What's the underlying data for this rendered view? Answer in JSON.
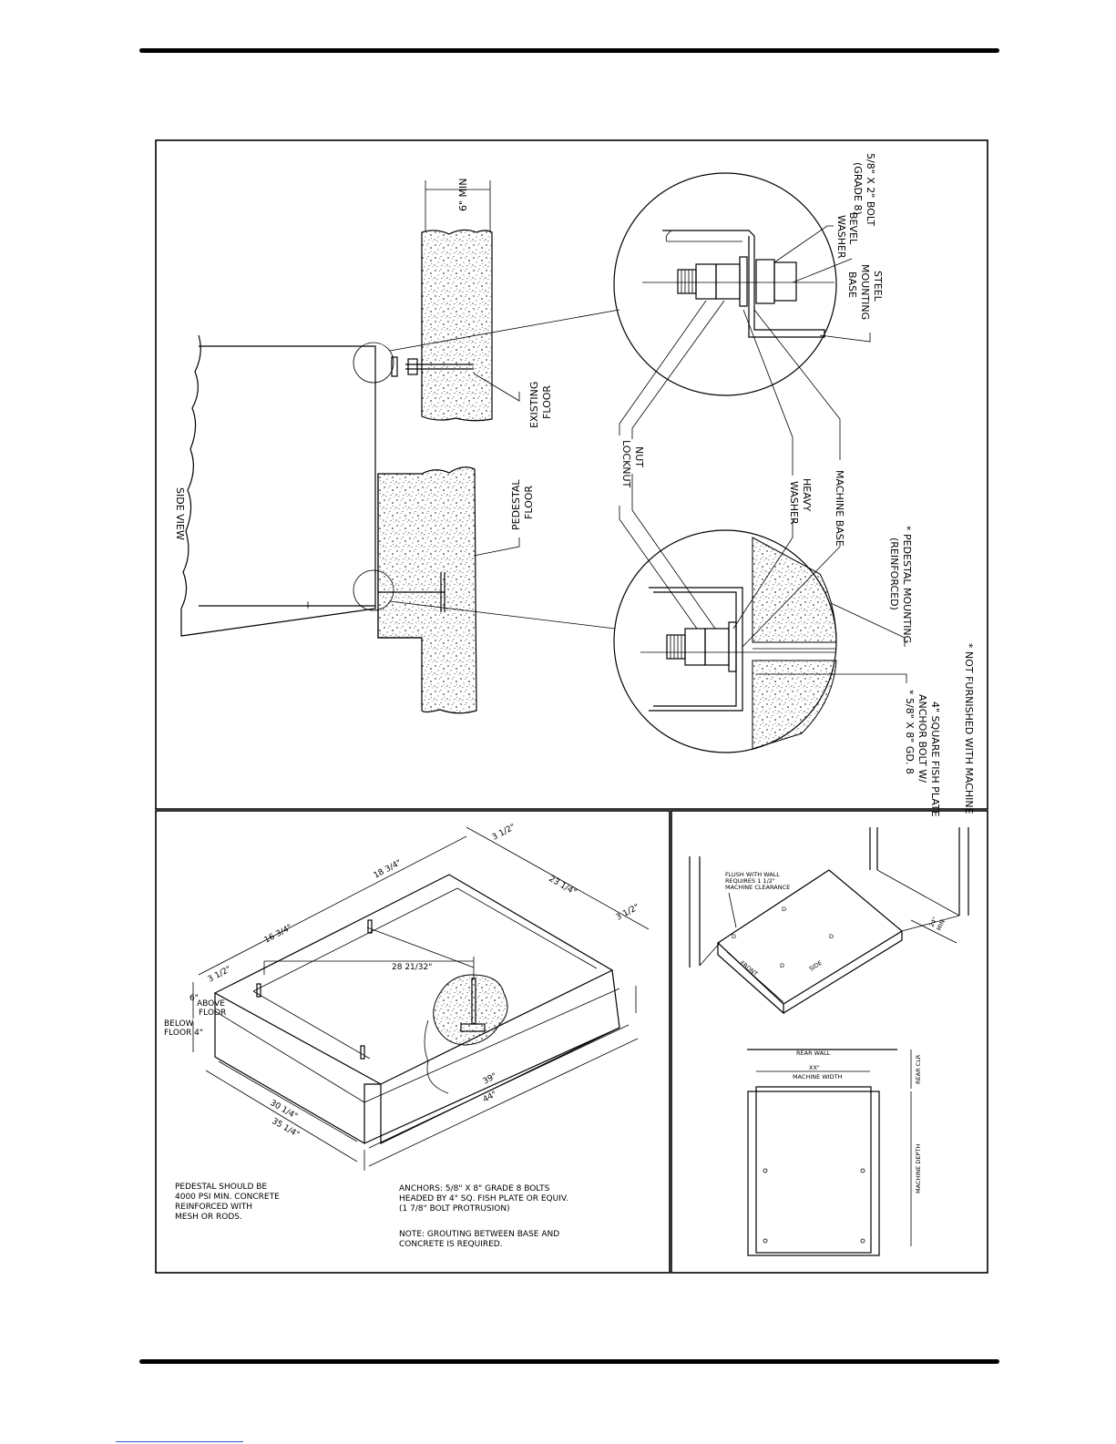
{
  "side_view": {
    "title": "SIDE VIEW",
    "labels": {
      "min_depth": "6\" MIN",
      "existing_floor": [
        "EXISTING",
        "FLOOR"
      ],
      "pedestal_floor": [
        "PEDESTAL",
        "FLOOR"
      ],
      "bevel_washer": [
        "BEVEL",
        "WASHER"
      ],
      "bolt": [
        "5/8\" X 2\" BOLT",
        "(GRADE 8)"
      ],
      "steel_mounting_base": [
        "STEEL",
        "MOUNTING",
        "BASE"
      ],
      "locknut": "LOCKNUT",
      "nut": "NUT",
      "heavy_washer": [
        "HEAVY",
        "WASHER"
      ],
      "machine_base": "MACHINE BASE",
      "pedestal_mounting": [
        "* PEDESTAL MOUNTING",
        "(REINFORCED)"
      ],
      "anchor_bolt": [
        "* 5/8\" X 8\" GD. 8",
        "ANCHOR BOLT W/",
        "4\" SQUARE FISH PLATE"
      ],
      "not_furnished": "* NOT FURNISHED WITH MACHINE"
    }
  },
  "pedestal_iso": {
    "dims": {
      "d_18_34": "18 3/4\"",
      "d_3_12_top": "3 1/2\"",
      "d_23_14": "23 1/4\"",
      "d_3_12_right": "3 1/2\"",
      "d_16_34": "16 3/4\"",
      "d_28_2132": "28 21/32\"",
      "d_3_12_left": "3 1/2\"",
      "above_floor": [
        "6\"",
        "ABOVE",
        "FLOOR"
      ],
      "below_floor": [
        "BELOW",
        "FLOOR 4\""
      ],
      "d_30_14": "30 1/4\"",
      "d_35_14": "35 1/4\"",
      "d_39": "39\"",
      "d_44": "44\""
    },
    "notes": {
      "pedestal": [
        "PEDESTAL SHOULD BE",
        "4000 PSI MIN. CONCRETE",
        "REINFORCED WITH",
        "MESH OR RODS."
      ],
      "anchors": [
        "ANCHORS: 5/8\" X 8\" GRADE 8 BOLTS",
        "HEADED BY 4\" SQ. FISH PLATE OR EQUIV.",
        "(1 7/8\" BOLT PROTRUSION)"
      ],
      "grouting": [
        "NOTE: GROUTING BETWEEN BASE AND",
        "CONCRETE IS REQUIRED."
      ]
    }
  },
  "wall_view": {
    "flush_note": [
      "FLUSH WITH WALL",
      "REQUIRES 1 1/2\"",
      "MACHINE CLEARANCE"
    ],
    "front": "FRONT",
    "side": "SIDE",
    "min_clear": [
      "24\"",
      "MIN"
    ],
    "rear_wall": "REAR WALL",
    "machine_width": [
      "XX\"",
      "MACHINE WIDTH"
    ],
    "rear_clear": "REAR CLR",
    "machine_depth": "MACHINE DEPTH"
  }
}
